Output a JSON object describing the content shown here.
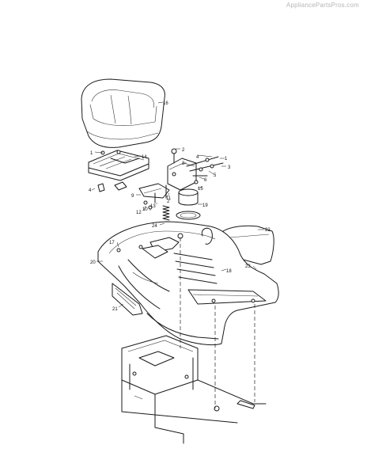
{
  "watermark": "AppliancePartsPros.com",
  "callouts": [
    {
      "key": "c16",
      "label": "16"
    },
    {
      "key": "c1a",
      "label": "1"
    },
    {
      "key": "c14",
      "label": "14"
    },
    {
      "key": "c2a",
      "label": "2"
    },
    {
      "key": "c4a",
      "label": "4"
    },
    {
      "key": "c3a",
      "label": "3"
    },
    {
      "key": "c5a",
      "label": "5"
    },
    {
      "key": "c6a",
      "label": "6"
    },
    {
      "key": "c3b",
      "label": "3"
    },
    {
      "key": "c4b",
      "label": "4"
    },
    {
      "key": "c1b",
      "label": "1"
    },
    {
      "key": "c15",
      "label": "15"
    },
    {
      "key": "c19",
      "label": "19"
    },
    {
      "key": "c9",
      "label": "9"
    },
    {
      "key": "c11",
      "label": "11"
    },
    {
      "key": "c12",
      "label": "12"
    },
    {
      "key": "c10",
      "label": "10"
    },
    {
      "key": "c13",
      "label": "13"
    },
    {
      "key": "c2b",
      "label": "2"
    },
    {
      "key": "c24",
      "label": "24"
    },
    {
      "key": "c22",
      "label": "22"
    },
    {
      "key": "c17",
      "label": "17"
    },
    {
      "key": "c20",
      "label": "20"
    },
    {
      "key": "c23",
      "label": "23"
    },
    {
      "key": "c18",
      "label": "18"
    },
    {
      "key": "c21",
      "label": "21"
    }
  ]
}
